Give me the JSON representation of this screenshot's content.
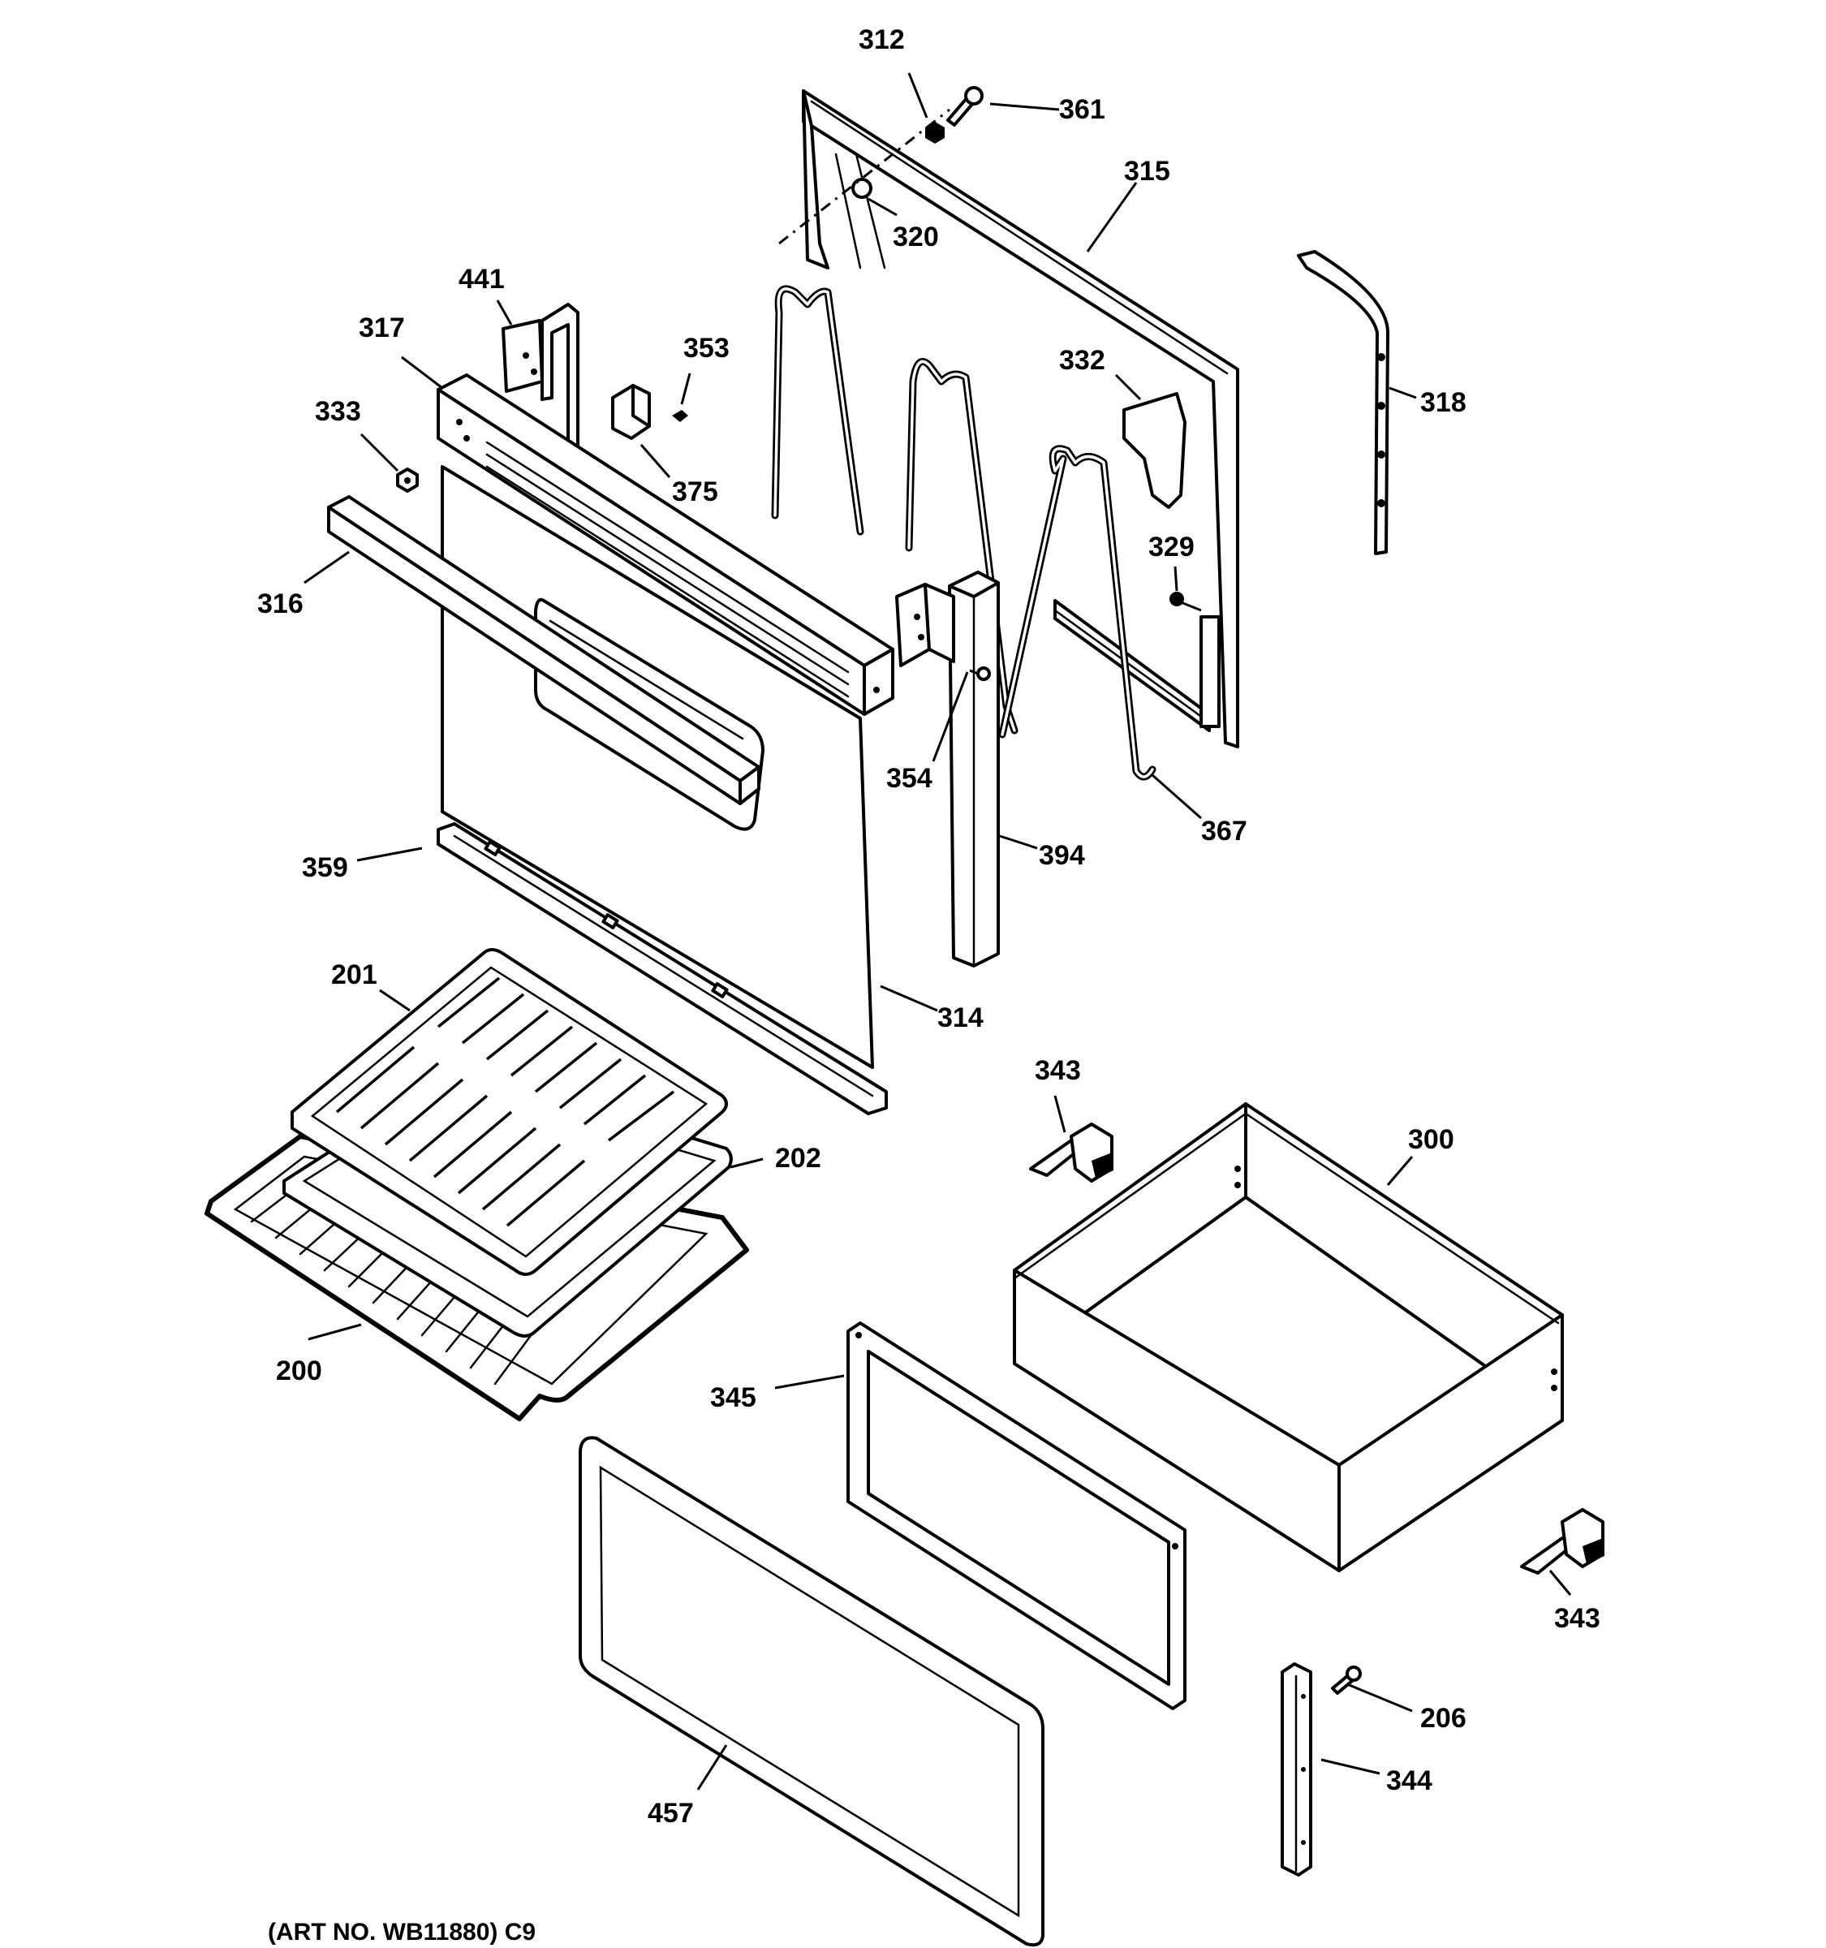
{
  "parts": {
    "p312": "312",
    "p361": "361",
    "p315": "315",
    "p320": "320",
    "p441": "441",
    "p317": "317",
    "p353": "353",
    "p333": "333",
    "p375": "375",
    "p332": "332",
    "p318": "318",
    "p316": "316",
    "p329": "329",
    "p354": "354",
    "p367": "367",
    "p394": "394",
    "p359": "359",
    "p201": "201",
    "p314": "314",
    "p343a": "343",
    "p300": "300",
    "p202": "202",
    "p200": "200",
    "p345": "345",
    "p343b": "343",
    "p206": "206",
    "p344": "344",
    "p457": "457"
  },
  "footer": "(ART NO. WB11880) C9"
}
